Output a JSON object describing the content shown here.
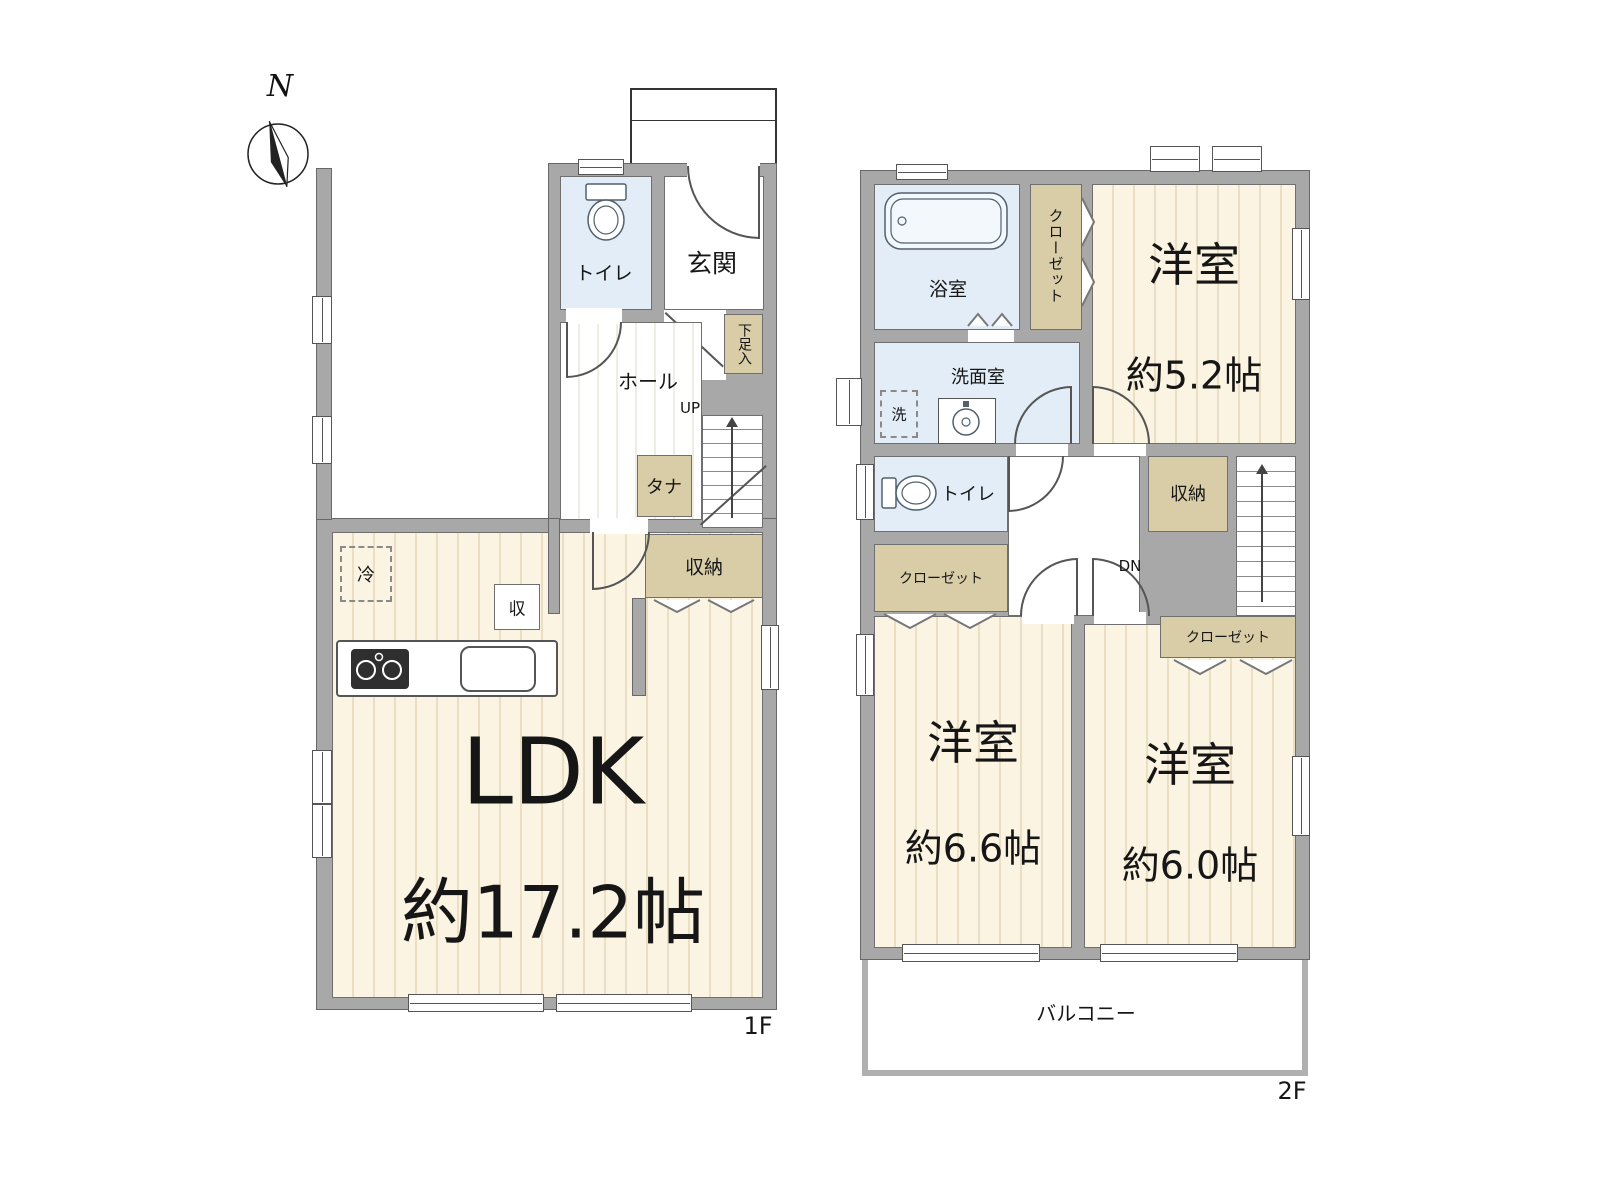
{
  "compass": {
    "north_label": "N"
  },
  "floor1": {
    "floor_label": "1F",
    "toilet_label": "トイレ",
    "entrance_label": "玄関",
    "shoe_storage_label": "下足入",
    "hall_label": "ホール",
    "stairs_label": "UP",
    "shelf_label": "タナ",
    "storage_label": "収納",
    "pantry_label": "収",
    "refrigerator_label": "冷",
    "ldk_label": "LDK",
    "ldk_size": "約17.2帖"
  },
  "floor2": {
    "floor_label": "2F",
    "bathroom_label": "浴室",
    "closet_top_label": "クローゼット",
    "bedroom1_label": "洋室",
    "bedroom1_size": "約5.2帖",
    "washroom_label": "洗面室",
    "washer_label": "洗",
    "toilet_label": "トイレ",
    "storage_label": "収納",
    "stairs_label": "DN",
    "closet_left_label": "クローゼット",
    "closet_right_label": "クローゼット",
    "bedroom2_label": "洋室",
    "bedroom2_size": "約6.6帖",
    "bedroom3_label": "洋室",
    "bedroom3_size": "約6.0帖",
    "balcony_label": "バルコニー"
  },
  "colors": {
    "wall": "#a8a8a8",
    "floor_cream": "#fbf4e3",
    "floor_stripe": "#ebdfc3",
    "wet_area_blue": "#e2edf7",
    "closet_tan": "#d9cda8"
  },
  "icons": [
    "compass-icon",
    "toilet-icon",
    "bathtub-icon",
    "washbasin-icon",
    "stove-icon",
    "kitchen-sink-icon",
    "fold-door-icon",
    "stairs-arrow-icon"
  ]
}
